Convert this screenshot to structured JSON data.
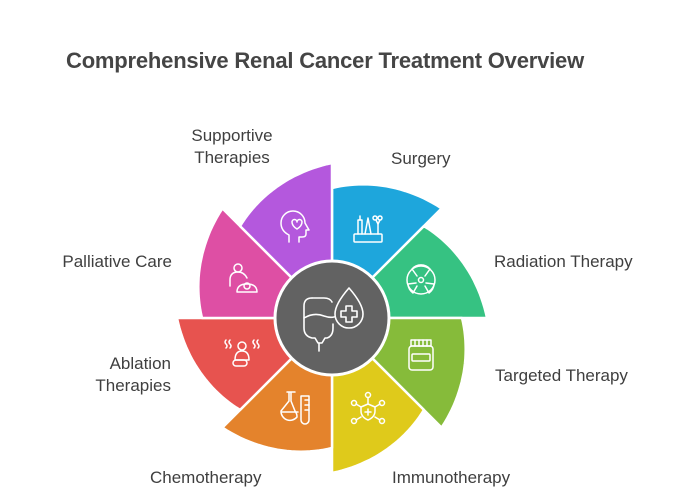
{
  "title": "Comprehensive Renal Cancer Treatment Overview",
  "center": {
    "icon": "iv-bag-blood-drop-icon",
    "color": "#626262"
  },
  "segments": [
    {
      "id": "surgery",
      "label": "Surgery",
      "color": "#1ea6dc",
      "icon": "surgical-tools-icon"
    },
    {
      "id": "radiation",
      "label": "Radiation Therapy",
      "color": "#36c282",
      "icon": "radiation-icon"
    },
    {
      "id": "targeted",
      "label": "Targeted Therapy",
      "color": "#86bb3a",
      "icon": "medicine-jar-icon"
    },
    {
      "id": "immuno",
      "label": "Immunotherapy",
      "color": "#dfca1b",
      "icon": "immune-network-shield-icon"
    },
    {
      "id": "chemo",
      "label": "Chemotherapy",
      "color": "#e4832c",
      "icon": "flask-test-tube-icon"
    },
    {
      "id": "ablation",
      "label_line1": "Ablation",
      "label_line2": "Therapies",
      "color": "#e7534f",
      "icon": "heat-person-icon"
    },
    {
      "id": "palliative",
      "label": "Palliative Care",
      "color": "#de4fa4",
      "icon": "caregiver-icon"
    },
    {
      "id": "supportive",
      "label_line1": "Supportive",
      "label_line2": "Therapies",
      "color": "#b458dd",
      "icon": "head-heart-icon"
    }
  ]
}
